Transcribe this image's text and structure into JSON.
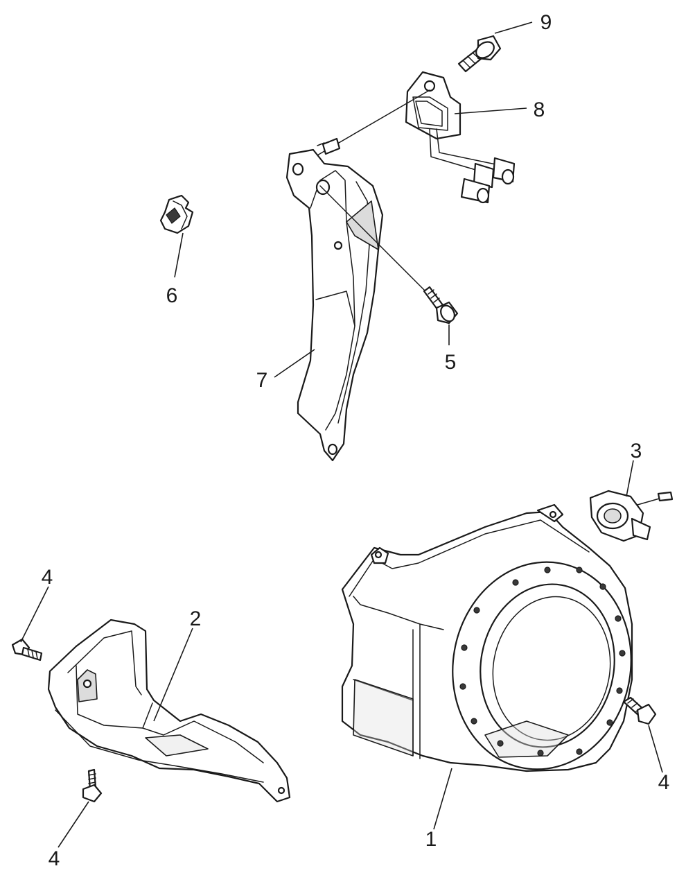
{
  "callouts": [
    {
      "id": "c1",
      "label": "1"
    },
    {
      "id": "c2",
      "label": "2"
    },
    {
      "id": "c3",
      "label": "3"
    },
    {
      "id": "c4a",
      "label": "4"
    },
    {
      "id": "c4b",
      "label": "4"
    },
    {
      "id": "c4c",
      "label": "4"
    },
    {
      "id": "c5",
      "label": "5"
    },
    {
      "id": "c6",
      "label": "6"
    },
    {
      "id": "c7",
      "label": "7"
    },
    {
      "id": "c8",
      "label": "8"
    },
    {
      "id": "c9",
      "label": "9"
    }
  ]
}
